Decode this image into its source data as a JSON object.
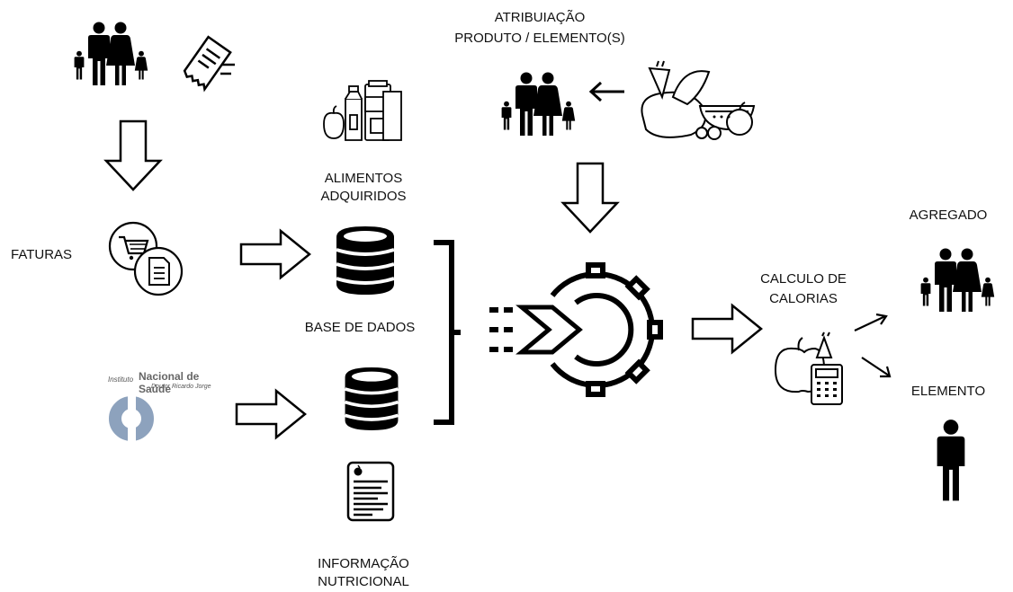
{
  "labels": {
    "faturas": "FATURAS",
    "atribuiacao_line1": "ATRIBUIAÇÃO",
    "atribuiacao_line2": "PRODUTO / ELEMENTO(S)",
    "alimentos_line1": "ALIMENTOS",
    "alimentos_line2": "ADQUIRIDOS",
    "base_de_dados": "BASE DE DADOS",
    "informacao_line1": "INFORMAÇÃO",
    "informacao_line2": "NUTRICIONAL",
    "calculo_line1": "CALCULO DE",
    "calculo_line2": "CALORIAS",
    "agregado": "AGREGADO",
    "elemento": "ELEMENTO"
  },
  "insa_logo": {
    "prefix": "Instituto",
    "name": "Nacional de Saúde",
    "subtitle": "Doutor Ricardo Jorge",
    "color": "#8da2bd"
  },
  "icons": {
    "family": "family-icon",
    "receipt": "receipt-icon",
    "groceries": "groceries-icon",
    "database": "database-icon",
    "nutrition_label": "nutrition-label-icon",
    "foods": "foods-icon",
    "gear": "gear-process-icon",
    "calculator": "fruit-calculator-icon",
    "person": "person-icon"
  }
}
